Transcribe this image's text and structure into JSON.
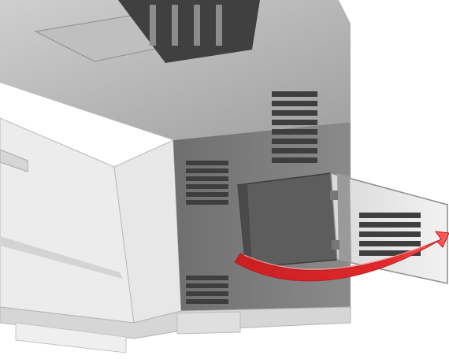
{
  "scene": {
    "subject": "printer-rear-access-door-illustration",
    "colors": {
      "background": "#ffffff",
      "body_light": "#e3e3e3",
      "body_mid": "#cfcfcf",
      "body_dark": "#8d8d8d",
      "side_panel": "#7a7a7a",
      "vent": "#3f3f3f",
      "trim_dark": "#2f2f2f",
      "arrow": "#e1282c",
      "arrow_highlight": "#ff6a6a"
    },
    "icons": [
      "printer-body",
      "side-access-door",
      "open-direction-arrow"
    ]
  }
}
